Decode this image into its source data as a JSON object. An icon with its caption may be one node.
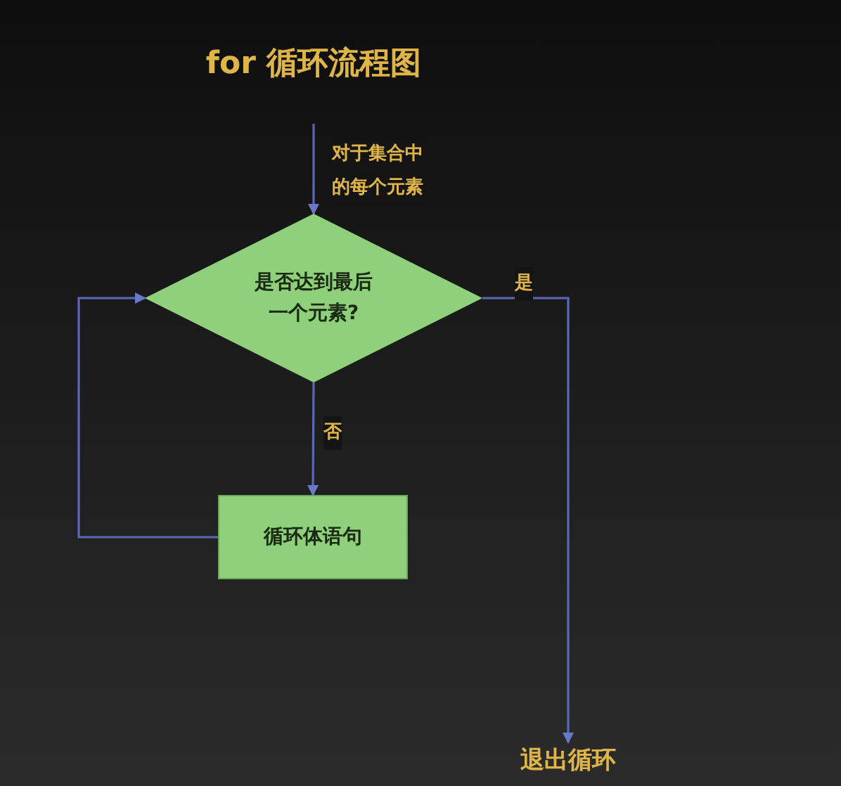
{
  "diagram": {
    "title": "for 循环流程图",
    "nodes": [
      {
        "text": [
          "是否达到最后一个元素?"
        ]
      },
      {
        "text": [
          "循环体语句"
        ]
      },
      {
        "text": [
          "退出循环"
        ]
      }
    ],
    "edges": [
      {
        "from": null,
        "to": 0,
        "arrow": "to",
        "label": "对于集合中的每个元素"
      },
      {
        "from": 0,
        "to": 1,
        "arrow": "to",
        "label": "否"
      },
      {
        "from": 1,
        "to": 0,
        "arrow": "to"
      },
      {
        "from": 0,
        "to": 2,
        "arrow": "to",
        "label": "是"
      }
    ]
  }
}
